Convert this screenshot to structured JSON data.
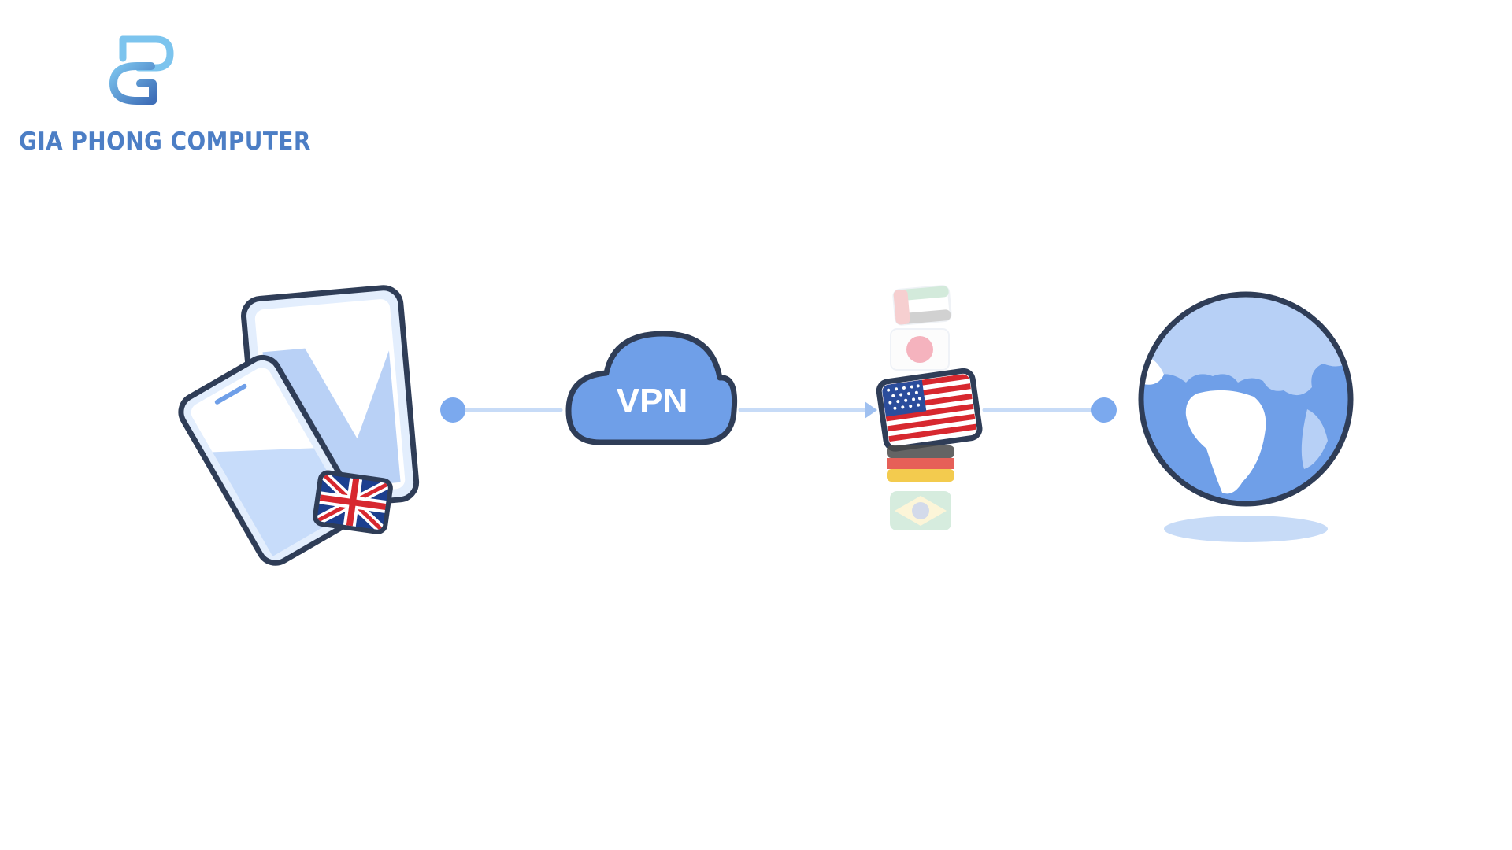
{
  "brand": {
    "name": "GIA PHONG COMPUTER",
    "logo_icon": "gp-monogram-logo",
    "color": "#4c7ec5",
    "accent": "#6fb3e8"
  },
  "diagram": {
    "cloud_label": "VPN",
    "nodes": [
      {
        "role": "devices",
        "icon": "tablet-phone-icon",
        "flag": "uk-flag-icon"
      },
      {
        "role": "vpn-server",
        "icon": "cloud-icon"
      },
      {
        "role": "location-switcher",
        "icons": [
          "uae-flag-icon",
          "japan-flag-icon",
          "usa-flag-icon",
          "germany-flag-icon",
          "brazil-flag-icon"
        ]
      },
      {
        "role": "internet",
        "icon": "globe-icon"
      }
    ],
    "colors": {
      "primary": "#6f9fe8",
      "light": "#b7d0f6",
      "outline": "#2f3d57",
      "connector": "#c7dbf7",
      "dot": "#7ba9ee"
    }
  }
}
